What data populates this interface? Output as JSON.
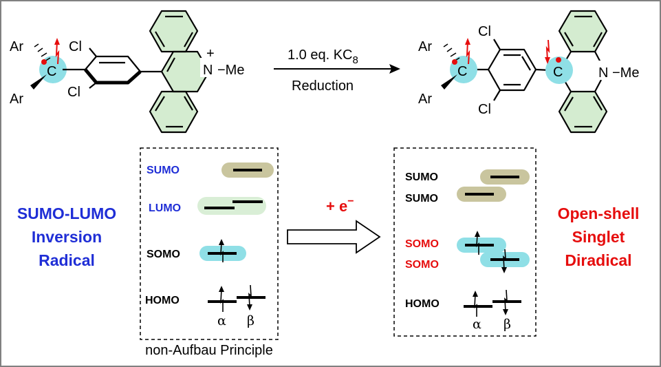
{
  "colors": {
    "blue": "#1f2ed6",
    "red": "#e60d0d",
    "black": "#000000",
    "cyan_highlight": "#8fdfe6",
    "olive_highlight": "#c9c59e",
    "light_green_highlight": "#d9eed6",
    "ring_fill": "#d4ecd0",
    "frame": "#808080"
  },
  "reactant": {
    "ar_top": "Ar",
    "ar_bottom": "Ar",
    "carbon": "C",
    "cl_top": "Cl",
    "cl_bottom": "Cl",
    "nitrogen": "N",
    "methyl": "−Me",
    "charge": "+"
  },
  "reaction_arrow": {
    "reagent": "1.0 eq. KC",
    "reagent_subscript": "8",
    "condition": "Reduction"
  },
  "product": {
    "ar_top": "Ar",
    "ar_bottom": "Ar",
    "carbon_left": "C",
    "carbon_right": "C",
    "cl_top": "Cl",
    "cl_bottom": "Cl",
    "nitrogen": "N",
    "methyl": "−Me"
  },
  "left_diagram": {
    "side_title": [
      "SUMO-LUMO",
      "Inversion",
      "Radical"
    ],
    "orbitals": [
      "SUMO",
      "LUMO",
      "SOMO",
      "HOMO"
    ],
    "spin_alpha": "α",
    "spin_beta": "β",
    "caption": "non-Aufbau Principle"
  },
  "electron_arrow": {
    "label": "+ e",
    "superscript": "−"
  },
  "right_diagram": {
    "side_title": [
      "Open-shell",
      "Singlet",
      "Diradical"
    ],
    "orbitals": [
      "SUMO",
      "SUMO",
      "SOMO",
      "SOMO",
      "HOMO"
    ],
    "spin_alpha": "α",
    "spin_beta": "β"
  }
}
